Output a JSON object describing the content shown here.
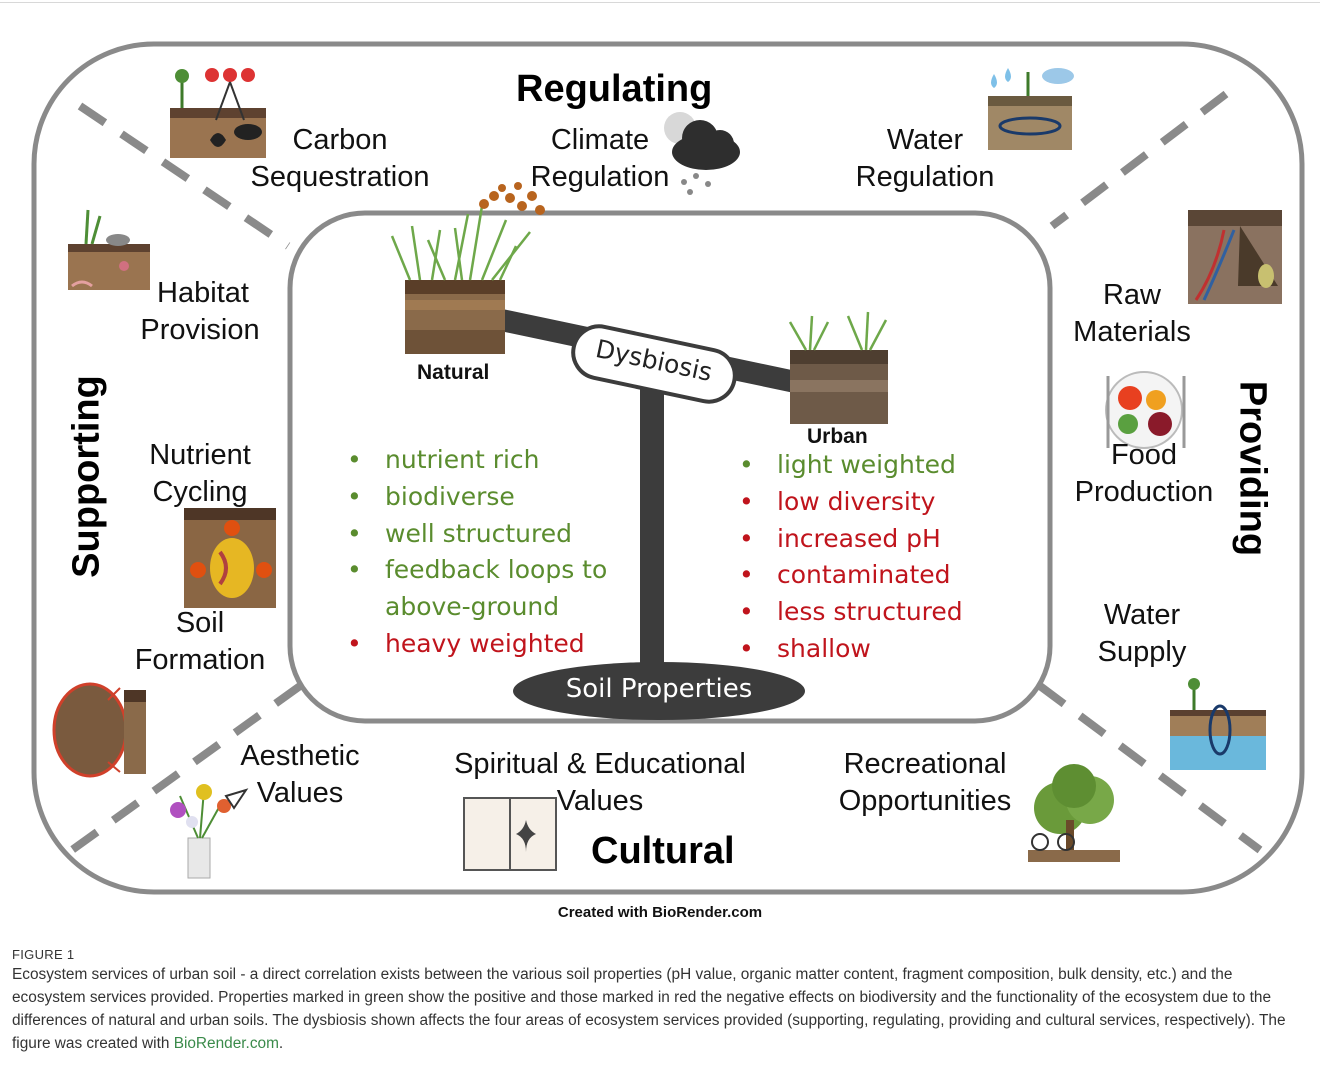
{
  "categories": {
    "regulating": "Regulating",
    "supporting": "Supporting",
    "providing": "Providing",
    "cultural": "Cultural"
  },
  "services": {
    "carbon_sequestration": [
      "Carbon",
      "Sequestration"
    ],
    "climate_regulation": [
      "Climate",
      "Regulation"
    ],
    "water_regulation": [
      "Water",
      "Regulation"
    ],
    "habitat_provision": [
      "Habitat",
      "Provision"
    ],
    "nutrient_cycling": [
      "Nutrient",
      "Cycling"
    ],
    "soil_formation": [
      "Soil",
      "Formation"
    ],
    "raw_materials": [
      "Raw",
      "Materials"
    ],
    "food_production": [
      "Food",
      "Production"
    ],
    "water_supply": [
      "Water",
      "Supply"
    ],
    "aesthetic_values": [
      "Aesthetic",
      "Values"
    ],
    "spiritual_values": [
      "Spiritual & Educational",
      "Values"
    ],
    "recreational": [
      "Recreational",
      "Opportunities"
    ]
  },
  "center": {
    "dysbiosis": "Dysbiosis",
    "base_label": "Soil Properties",
    "natural_label": "Natural",
    "urban_label": "Urban",
    "natural_props": [
      {
        "text": "nutrient rich",
        "effect": "positive"
      },
      {
        "text": "biodiverse",
        "effect": "positive"
      },
      {
        "text": "well structured",
        "effect": "positive"
      },
      {
        "text": "feedback loops to",
        "effect": "positive"
      },
      {
        "text": "above-ground",
        "effect": "continuation"
      },
      {
        "text": "heavy weighted",
        "effect": "negative"
      }
    ],
    "urban_props": [
      {
        "text": "light weighted",
        "effect": "positive"
      },
      {
        "text": "low diversity",
        "effect": "negative"
      },
      {
        "text": "increased pH",
        "effect": "negative"
      },
      {
        "text": "contaminated",
        "effect": "negative"
      },
      {
        "text": "less structured",
        "effect": "negative"
      },
      {
        "text": "shallow",
        "effect": "negative"
      }
    ]
  },
  "credit": "Created with BioRender.com",
  "figure_label": "FIGURE 1",
  "caption": {
    "text": "Ecosystem services of urban soil - a direct correlation exists between the various soil properties (pH value, organic matter content, fragment composition, bulk density, etc.) and the ecosystem services provided. Properties marked in green show the positive and those marked in red the negative effects on biodiversity and the functionality of the ecosystem due to the differences of natural and urban soils. The dysbiosis shown affects the four areas of ecosystem services provided (supporting, regulating, providing and cultural services, respectively). The figure was created with ",
    "link": "BioRender.com",
    "end": "."
  },
  "colors": {
    "positive": "#5a8c2e",
    "negative": "#c0141c",
    "frame": "#8a8a8a",
    "beam": "#3c3c3c",
    "link": "#3a8a4a"
  },
  "icons": [
    "carbon-soil-icon",
    "climate-cloud-icon",
    "water-regulation-icon",
    "habitat-soil-icon",
    "nutrient-cycle-icon",
    "soil-formation-icon",
    "raw-materials-icon",
    "food-plate-icon",
    "water-supply-icon",
    "flowers-vase-icon",
    "open-book-icon",
    "park-tree-icon",
    "natural-soil-icon",
    "urban-soil-icon"
  ]
}
